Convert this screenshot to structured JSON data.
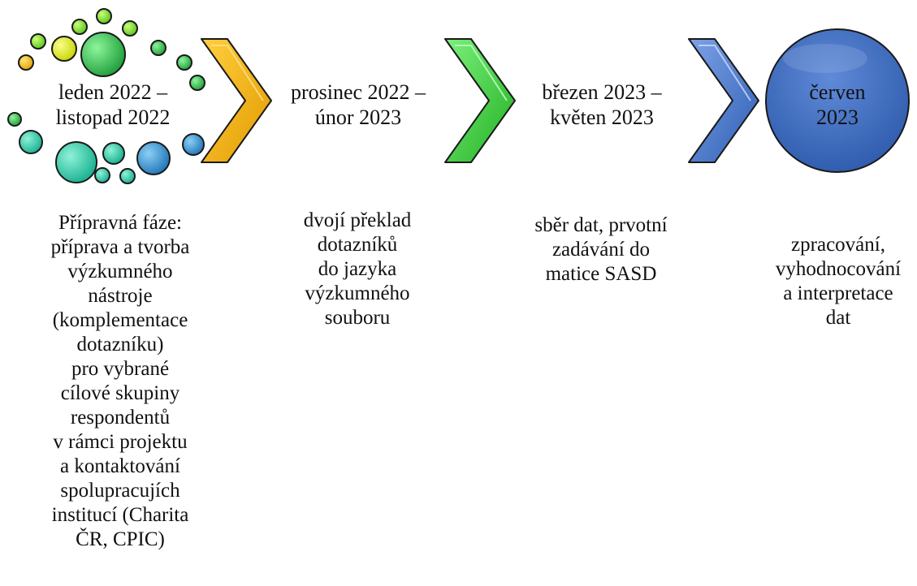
{
  "phases": [
    {
      "date": "leden 2022 –\nlistopad 2022",
      "description": "Přípravná fáze:\npříprava a tvorba\nvýzkumného\nnástroje\n(komplementace\ndotazníku)\npro vybrané\ncílové skupiny\nrespondentů\nv rámci projektu\na kontaktování\nspolupracujích\ninstitucí (Charita\nČR, CPIC)"
    },
    {
      "date": "prosinec 2022 –\núnor 2023",
      "description": "dvojí překlad\ndotazníků\ndo jazyka\nvýzkumného\nsouboru"
    },
    {
      "date": "březen 2023 –\nkvěten 2023",
      "description": "sběr dat, prvotní\nzadávání do\nmatice SASD"
    },
    {
      "date": "červen\n2023",
      "description": "zpracování,\nvyhodnocování\na interpretace\ndat"
    }
  ],
  "colors": {
    "chevron_1": "#f5b400",
    "chevron_2": "#3ccf3c",
    "chevron_3": "#4a78c8",
    "final_circle": "#3f6fc4",
    "bubble_yellow": "#e0ea1a",
    "bubble_green": "#33c24a",
    "bubble_teal": "#24c9a6",
    "bubble_blue": "#2e8fd0"
  }
}
